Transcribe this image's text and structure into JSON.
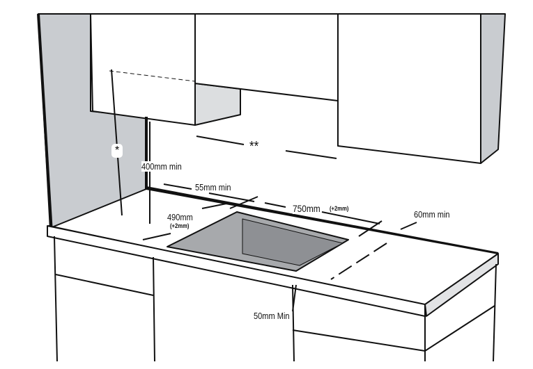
{
  "diagram": {
    "wall_clearance_marker": "*",
    "cabinet_gap_marker": "**",
    "height_min": "400mm min",
    "back_clearance": "55mm min",
    "cutout_width": "750mm",
    "cutout_width_tolerance": "(+2mm)",
    "cutout_depth": "490mm",
    "cutout_depth_tolerance": "(+2mm)",
    "side_clearance": "60mm min",
    "front_clearance": "50mm Min"
  },
  "colors": {
    "panel": "#c9ccd0",
    "cutout": "#a7a9ac",
    "line": "#111111"
  }
}
